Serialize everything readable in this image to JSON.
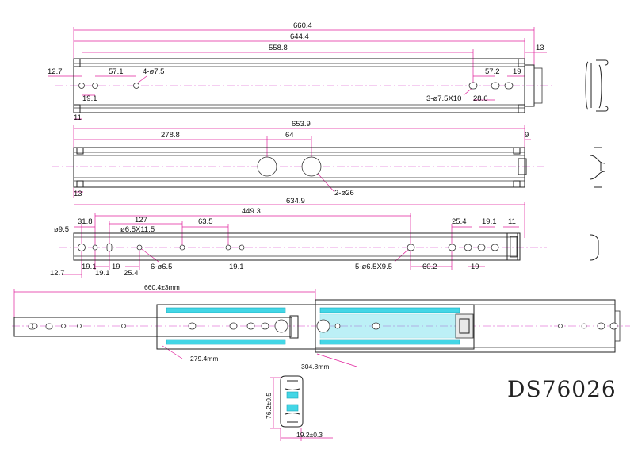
{
  "model": "DS76026",
  "view1": {
    "dims": {
      "overall": "660.4",
      "inner": "644.4",
      "hole_span": "558.8",
      "right_offset": "13",
      "left_edge": "12.7",
      "pitch_left": "57.1",
      "holes_left": "4-ø7.5",
      "pitch_right": "57.2",
      "end_right": "19",
      "left_first": "19.1",
      "slots_right": "3-ø7.5X10",
      "slot_offset": "28.6",
      "bottom_left": "11"
    }
  },
  "view2": {
    "dims": {
      "overall": "653.9",
      "to_hole": "278.8",
      "hole_pitch": "64",
      "right_end": "9",
      "left_end": "13",
      "holes": "2-ø26"
    }
  },
  "view3": {
    "dims": {
      "overall": "634.9",
      "span": "449.3",
      "d127": "127",
      "d63": "63.5",
      "d31": "31.8",
      "slot": "ø6.5X11.5",
      "hole_d": "ø9.5",
      "r254": "25.4",
      "r191": "19.1",
      "r11": "11",
      "b127": "12.7",
      "b191a": "19.1",
      "b191b": "19.1",
      "b19": "19",
      "b254": "25.4",
      "holes": "6-ø6.5",
      "b191c": "19.1",
      "slots": "5-ø6.5X9.5",
      "b602": "60.2",
      "b19r": "19"
    }
  },
  "assembly": {
    "dims": {
      "extension": "660.4±3mm",
      "d2794": "279.4mm",
      "d3048": "304.8mm"
    }
  },
  "profile": {
    "dims": {
      "height": "76.2±0.5",
      "width": "19.2±0.3"
    }
  }
}
